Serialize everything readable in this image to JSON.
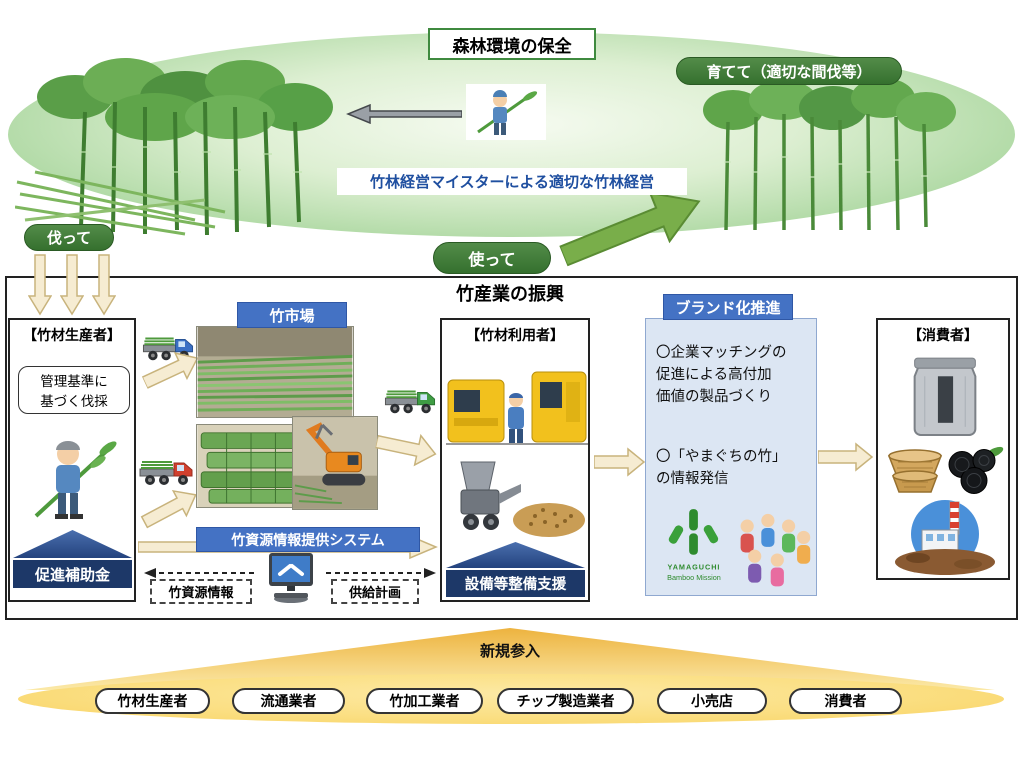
{
  "top": {
    "conservation_title": "森林環境の保全",
    "grow_label": "育てて（適切な間伐等）",
    "meister_caption": "竹林経営マイスターによる適切な竹林経営",
    "cut_label": "伐って"
  },
  "industry": {
    "use_label": "使って",
    "title": "竹産業の振興",
    "producer": {
      "title": "【竹材生産者】",
      "standard_note": "管理基準に\n基づく伐採",
      "subsidy_label": "促進補助金"
    },
    "market": {
      "label": "竹市場"
    },
    "info_system": {
      "label": "竹資源情報提供システム",
      "resource_info": "竹資源情報",
      "supply_plan": "供給計画"
    },
    "user": {
      "title": "【竹材利用者】",
      "support_label": "設備等整備支援"
    },
    "branding": {
      "label": "ブランド化推進",
      "point1": "〇企業マッチングの\n促進による高付加\n価値の製品づくり",
      "point2": "〇「やまぐちの竹」\nの情報発信",
      "logo_top": "YAMAGUCHI",
      "logo_bottom": "Bamboo Mission"
    },
    "consumer": {
      "title": "【消費者】"
    }
  },
  "entry": {
    "title": "新規参入",
    "entities": [
      "竹材生産者",
      "流通業者",
      "竹加工業者",
      "チップ製造業者",
      "小売店",
      "消費者"
    ]
  },
  "colors": {
    "dark_green": "#3f7a3c",
    "label_blue": "#4472c4",
    "navy": "#1d3868",
    "arrow_cream": "#f6ecd2",
    "meister_blue": "#1f4fa0"
  }
}
